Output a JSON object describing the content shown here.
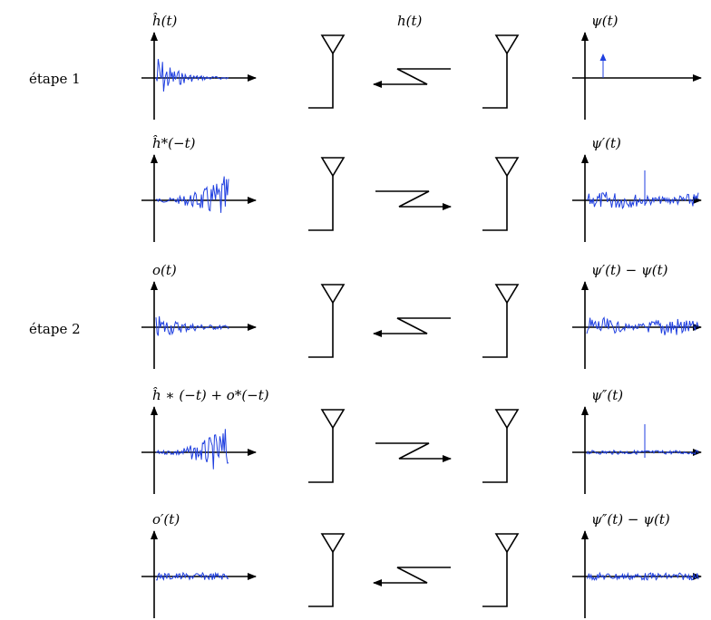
{
  "stages": [
    {
      "label": "étape 1"
    },
    {
      "label": "étape 2"
    }
  ],
  "rows": [
    {
      "left_label": "ĥ(t)",
      "top_label": "h(t)",
      "right_label": "ψ(t)",
      "left_signal": "decay",
      "right_signal": "impulse",
      "channel_direction": "right-to-left"
    },
    {
      "left_label": "ĥ*(−t)",
      "top_label": "",
      "right_label": "ψ′(t)",
      "left_signal": "grow",
      "right_signal": "noise-peak",
      "channel_direction": "left-to-right"
    },
    {
      "left_label": "o(t)",
      "top_label": "",
      "right_label": "ψ′(t) − ψ(t)",
      "left_signal": "small-decay",
      "right_signal": "noise",
      "channel_direction": "right-to-left"
    },
    {
      "left_label": "ĥ ∗ (−t) + o*(−t)",
      "top_label": "",
      "right_label": "ψ″(t)",
      "left_signal": "grow",
      "right_signal": "flat-peak",
      "channel_direction": "left-to-right"
    },
    {
      "left_label": "o′(t)",
      "top_label": "",
      "right_label": "ψ″(t) − ψ(t)",
      "left_signal": "flat",
      "right_signal": "flat",
      "channel_direction": "right-to-left"
    }
  ],
  "colors": {
    "signal": "#1f3fe0",
    "line": "#000000"
  }
}
